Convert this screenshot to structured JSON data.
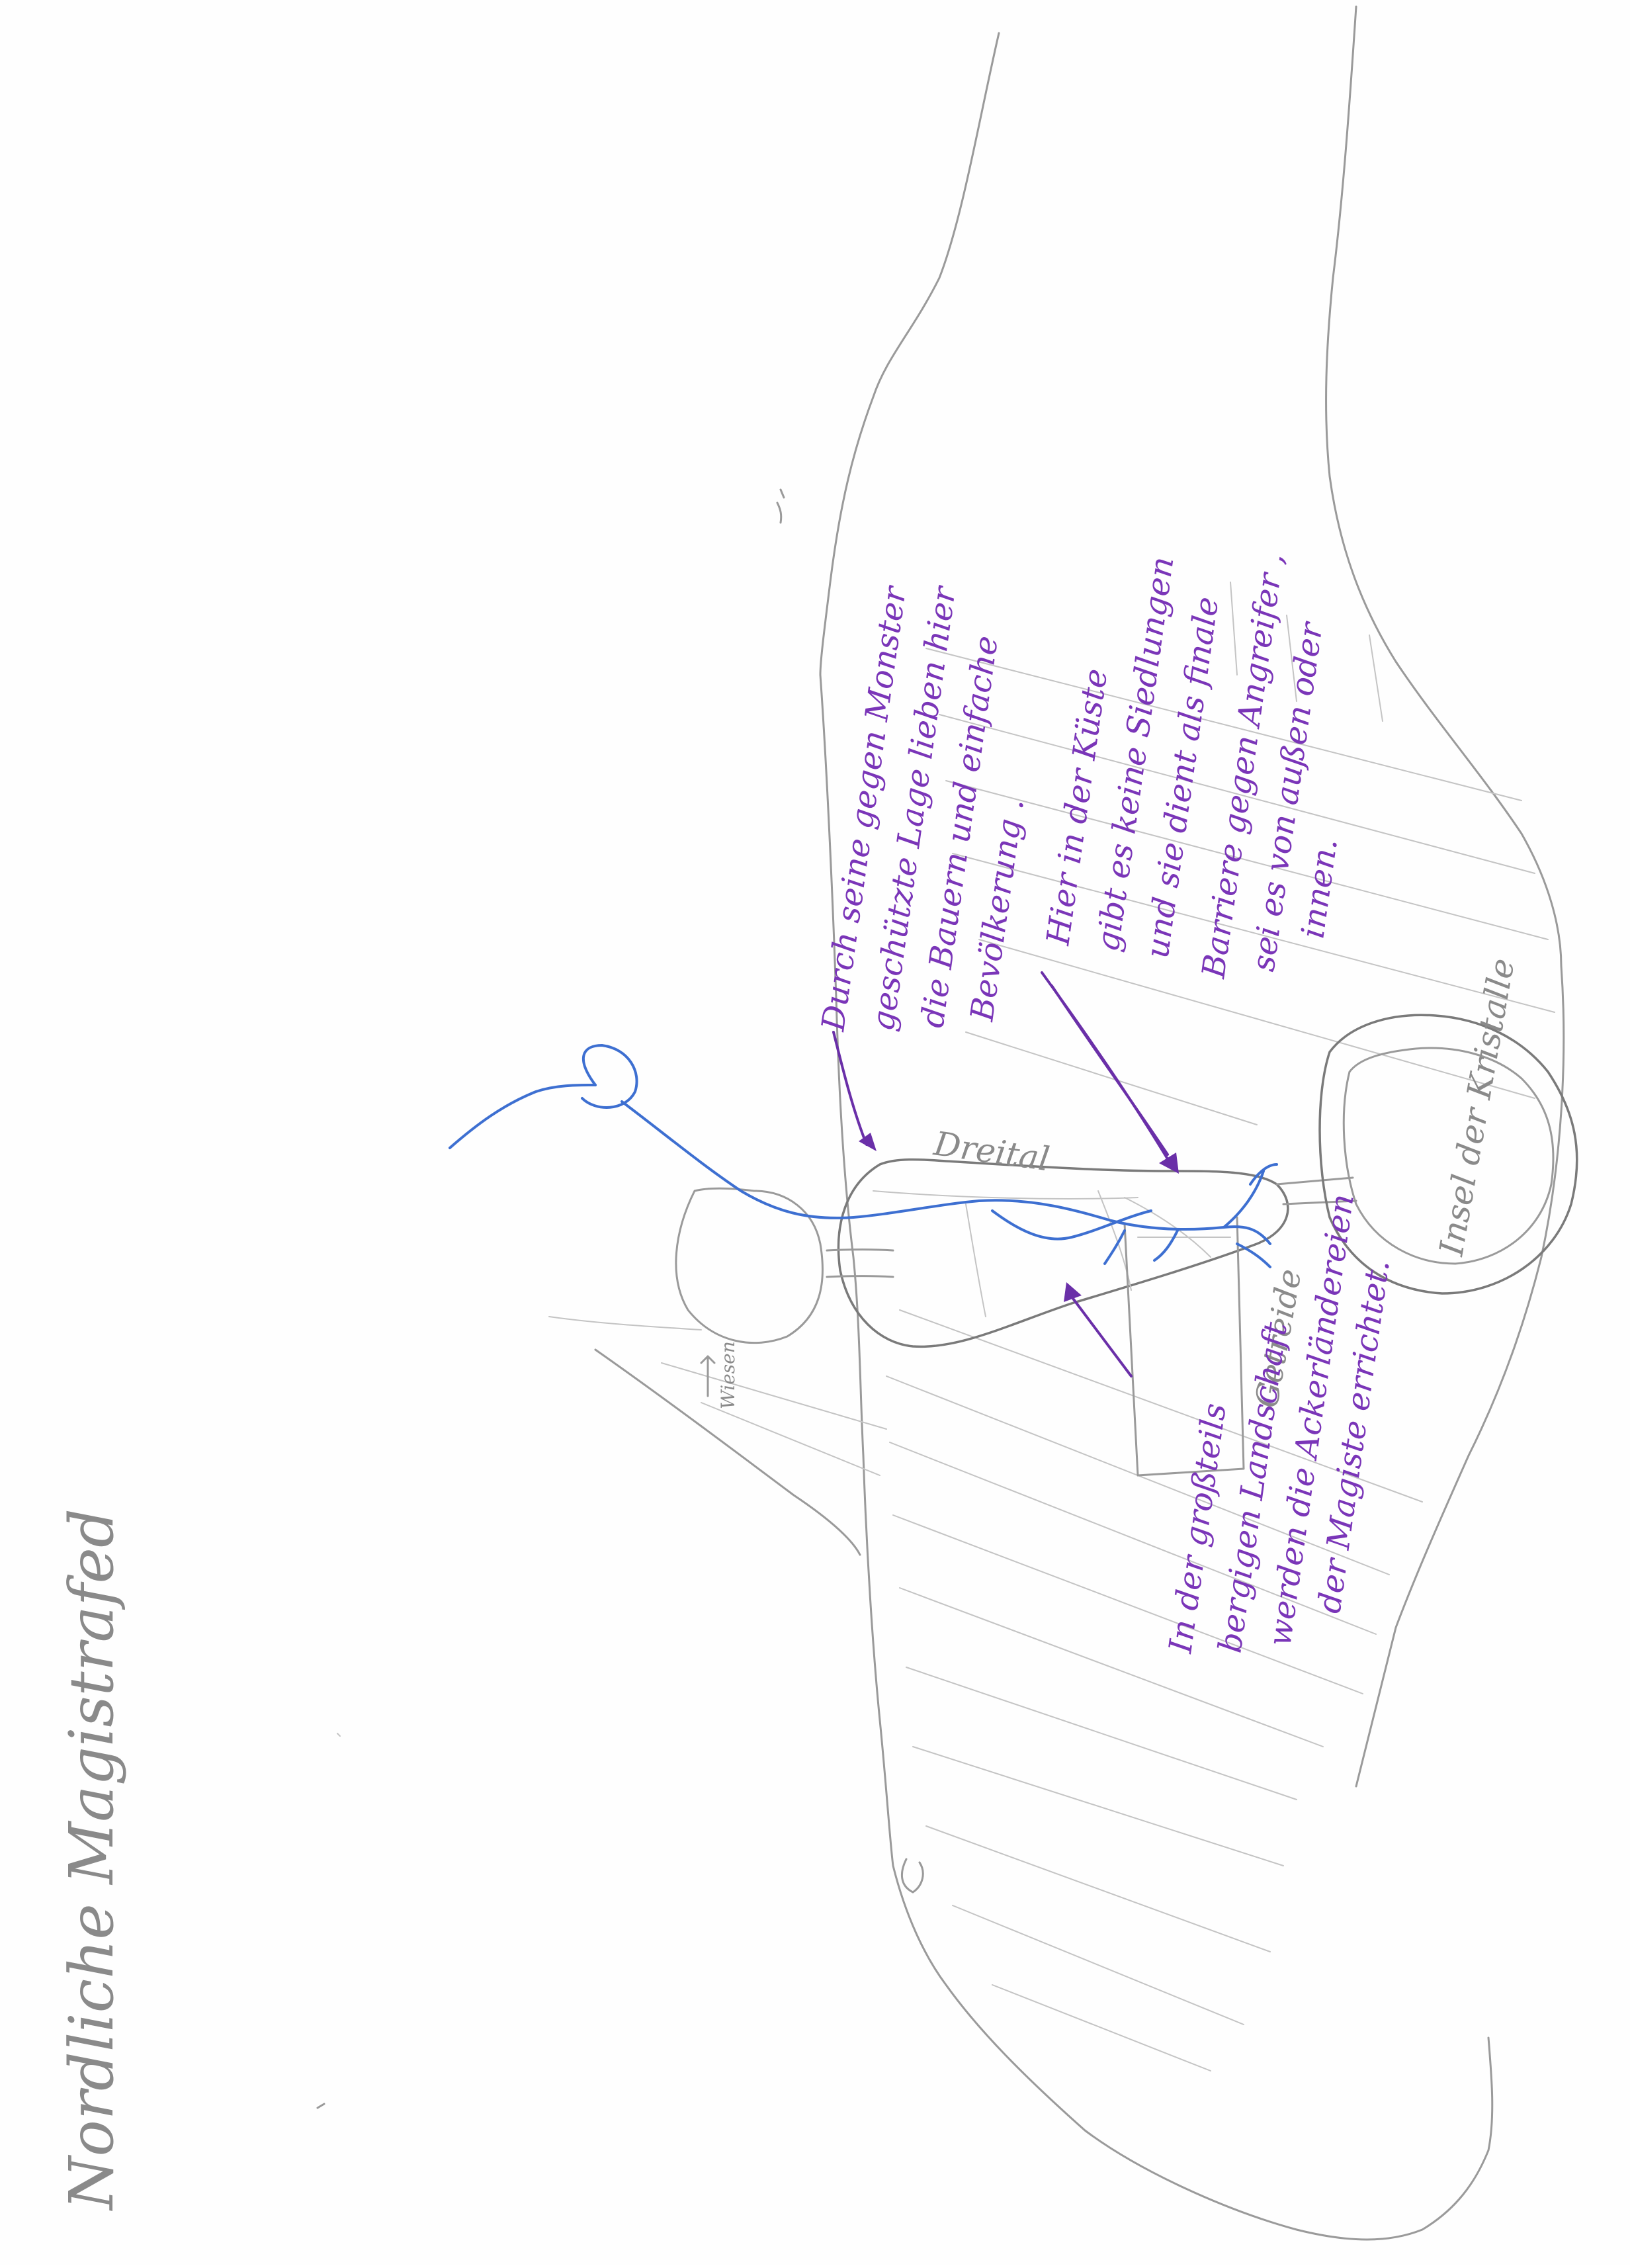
{
  "title": "Nordliche Magistrafed",
  "labels": {
    "valley": "Dreital",
    "grain": "Getreide",
    "island": "Insel der Kristalle",
    "small_marker": "Wiesen"
  },
  "annotations": {
    "mountains": [
      "Durch seine gegen Monster",
      "geschützte Lage lieben hier",
      "die Bauern und einfache",
      "Bevölkerung ."
    ],
    "coast": [
      "Hier in der Küste",
      "gibt es keine Siedlungen",
      "und sie dient als finale",
      "Barriere gegen Angreifer ,",
      "sei es von außen oder",
      "innen."
    ],
    "farmland": [
      "In der großteils",
      "bergigen Landschaft",
      "werden die Ackerländereien",
      "der Magiste errichtet."
    ]
  },
  "colors": {
    "pencil": "#9a9a9a",
    "river_ink": "#3d6fd1",
    "annotation_ink": "#6a2fa8",
    "paper": "#fefefe"
  }
}
